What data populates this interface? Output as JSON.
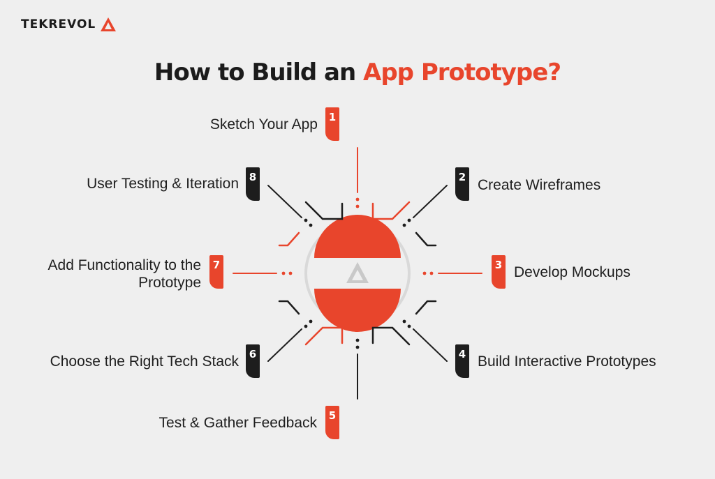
{
  "brand": {
    "name": "TEKREVOL"
  },
  "title": {
    "prefix": "How to Build an ",
    "highlight": "App Prototype?"
  },
  "colors": {
    "accent": "#e8452c",
    "dark": "#1d1d1d",
    "background": "#efefef"
  },
  "steps": [
    {
      "number": "1",
      "label": "Sketch Your App"
    },
    {
      "number": "2",
      "label": "Create Wireframes"
    },
    {
      "number": "3",
      "label": "Develop Mockups"
    },
    {
      "number": "4",
      "label": "Build Interactive Prototypes"
    },
    {
      "number": "5",
      "label": "Test & Gather Feedback"
    },
    {
      "number": "6",
      "label": "Choose the Right Tech Stack"
    },
    {
      "number": "7",
      "label_line1": "Add Functionality to the",
      "label_line2": "Prototype"
    },
    {
      "number": "8",
      "label": "User Testing & Iteration"
    }
  ]
}
